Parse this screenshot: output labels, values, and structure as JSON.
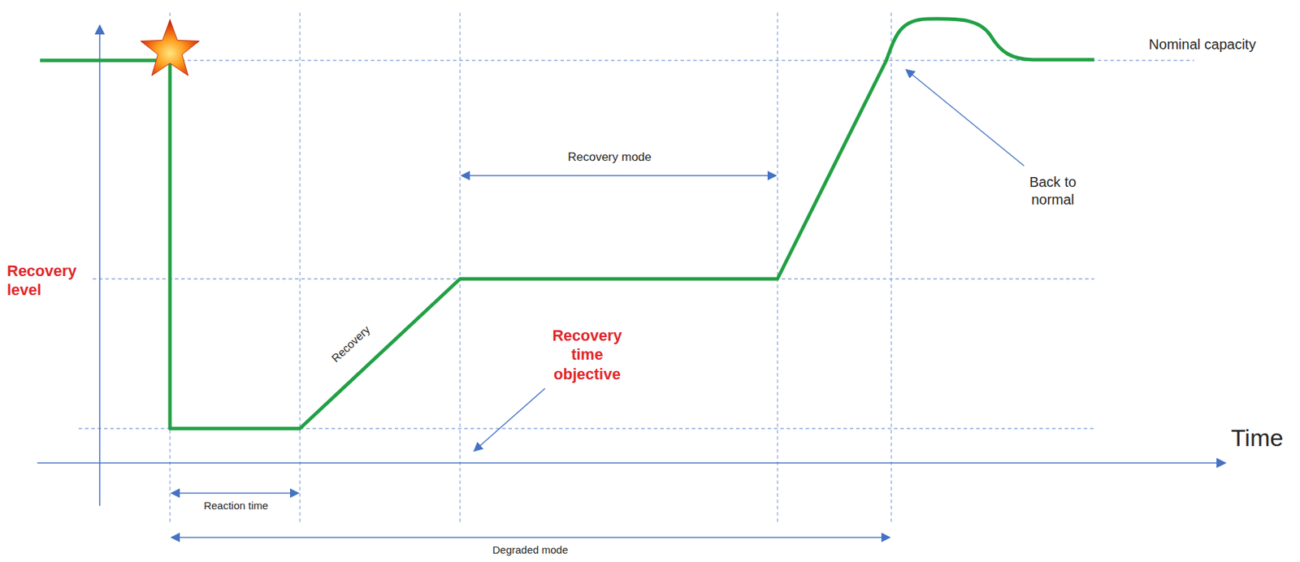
{
  "diagram": {
    "labels": [
      "Nominal capacity",
      "Recovery mode",
      "Back to normal",
      "Recovery level",
      "Recovery",
      "Recovery time objective",
      "Time",
      "Reaction time",
      "Degraded mode"
    ]
  }
}
